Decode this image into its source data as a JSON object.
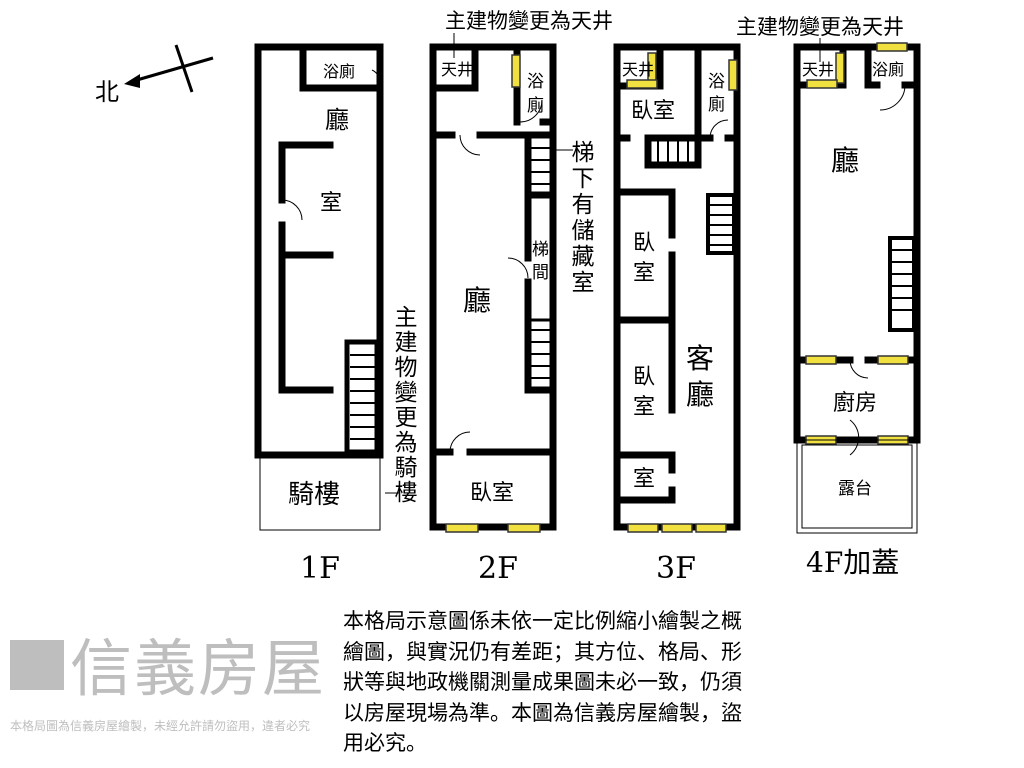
{
  "compass": {
    "label": "北"
  },
  "floors": [
    {
      "label": "1F",
      "rooms": [
        "浴廁",
        "廳",
        "室",
        "騎樓"
      ]
    },
    {
      "label": "2F",
      "rooms": [
        "天井",
        "浴廁",
        "廳",
        "梯間",
        "臥室"
      ]
    },
    {
      "label": "3F",
      "rooms": [
        "天井",
        "浴廁",
        "臥室",
        "臥室",
        "臥室",
        "室",
        "客廳"
      ]
    },
    {
      "label": "4F加蓋",
      "rooms": [
        "天井",
        "浴廁",
        "廳",
        "廚房",
        "露台"
      ]
    }
  ],
  "annotations": {
    "arcade": "主建物變更為騎樓",
    "skylight_2f": "主建物變更為天井",
    "skylight_4f": "主建物變更為天井",
    "storage": "梯下有儲藏室"
  },
  "watermark": {
    "brand": "信義房屋",
    "notice": "本格局圖為信義房屋繪製，未經允許請勿盜用，違者必究"
  },
  "disclaimer": [
    "本格局示意圖係未依一定比例縮小繪製之概",
    "繪圖，與實況仍有差距；其方位、格局、形",
    "狀等與地政機關測量成果圖未必一致，仍須",
    "以房屋現場為準。本圖為信義房屋繪製，盜",
    "用必究。"
  ],
  "colors": {
    "window": "#f0e040",
    "wall": "#000000",
    "watermark": "#8a8a8a"
  }
}
